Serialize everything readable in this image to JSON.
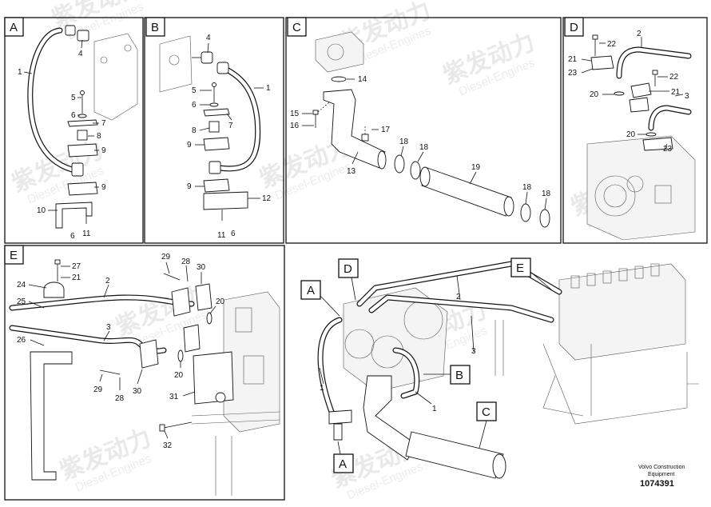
{
  "panels": {
    "A": {
      "letter": "A",
      "labels": [
        "1",
        "4",
        "5",
        "6",
        "7",
        "8",
        "9",
        "9",
        "10",
        "6",
        "11"
      ]
    },
    "B": {
      "letter": "B",
      "labels": [
        "4",
        "1",
        "5",
        "6",
        "7",
        "8",
        "9",
        "9",
        "12",
        "11",
        "6"
      ]
    },
    "C": {
      "letter": "C",
      "labels": [
        "14",
        "15",
        "16",
        "17",
        "18",
        "18",
        "13",
        "19",
        "18",
        "18"
      ]
    },
    "D": {
      "letter": "D",
      "labels": [
        "2",
        "22",
        "21",
        "23",
        "22",
        "21",
        "20",
        "3",
        "20",
        "23"
      ]
    },
    "E": {
      "letter": "E",
      "labels": [
        "27",
        "21",
        "24",
        "25",
        "2",
        "26",
        "3",
        "29",
        "28",
        "30",
        "20",
        "20",
        "29",
        "28",
        "30",
        "31",
        "32"
      ]
    }
  },
  "overview": {
    "callouts": [
      "A",
      "D",
      "E",
      "B",
      "C",
      "A"
    ],
    "labels": [
      "2",
      "3",
      "1",
      "1"
    ]
  },
  "watermark": {
    "text": "紫发动力",
    "subtext": "Diesel-Engines"
  },
  "footer": {
    "company_line1": "Volvo Construction",
    "company_line2": "Equipment",
    "drawing_number": "1074391"
  }
}
